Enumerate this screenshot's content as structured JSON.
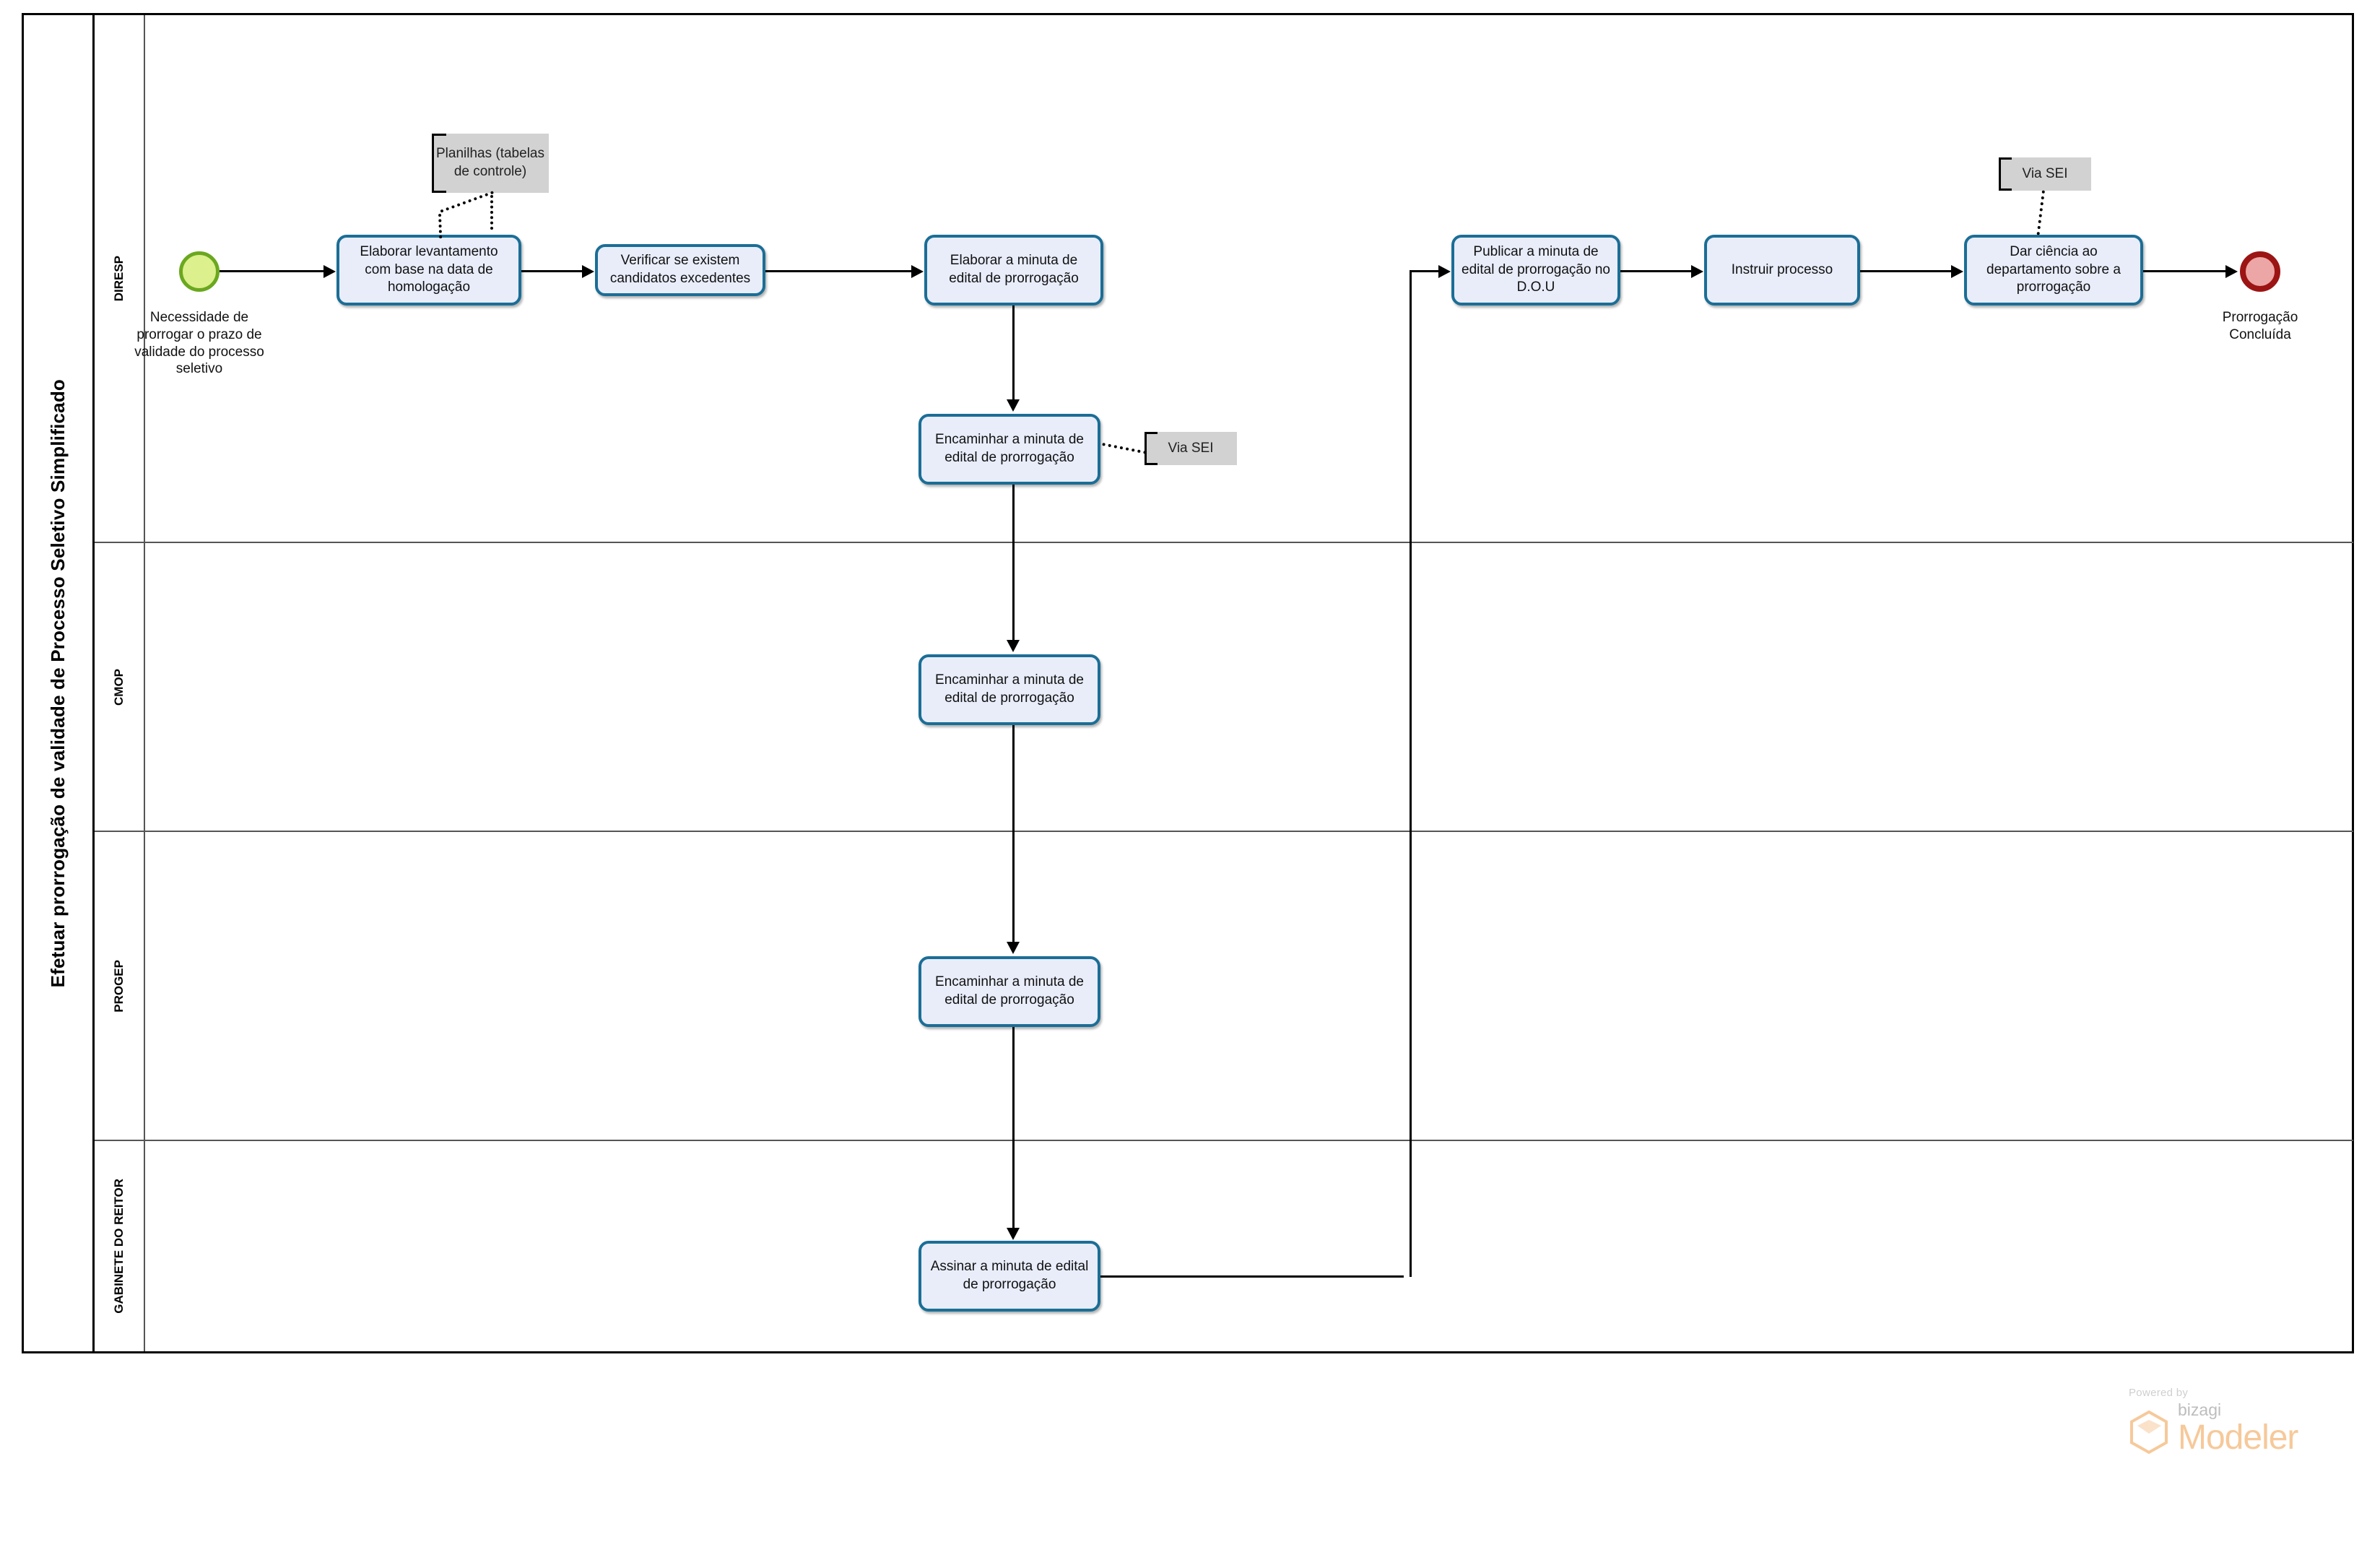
{
  "pool": {
    "title": "Efetuar prorrogação de validade de Processo Seletivo Simplificado"
  },
  "lanes": [
    {
      "name": "DIRESP"
    },
    {
      "name": "CMOP"
    },
    {
      "name": "PROGEP"
    },
    {
      "name": "GABINETE DO REITOR"
    }
  ],
  "events": {
    "start": {
      "label": "Necessidade de prorrogar o prazo de validade do processo seletivo"
    },
    "end": {
      "label": "Prorrogação Concluída"
    }
  },
  "tasks": {
    "t1": "Elaborar levantamento com base na data de homologação",
    "t2": "Verificar se existem candidatos excedentes",
    "t3": "Elaborar a minuta de edital de prorrogação",
    "t4": "Encaminhar a minuta de edital de prorrogação",
    "t5": "Encaminhar a minuta de edital de prorrogação",
    "t6": "Encaminhar a minuta de edital de prorrogação",
    "t7": "Assinar a minuta de edital de prorrogação",
    "t8": "Publicar a minuta de edital de prorrogação no D.O.U",
    "t9": "Instruir processo",
    "t10": "Dar ciência ao departamento sobre a prorrogação"
  },
  "annotations": {
    "a1": "Planilhas (tabelas de controle)",
    "a2": "Via SEI",
    "a3": "Via SEI"
  },
  "branding": {
    "powered_by": "Powered by",
    "vendor": "bizagi",
    "product": "Modeler"
  },
  "colors": {
    "task_fill": "#e9edfa",
    "task_border": "#1b6e96",
    "start_fill": "#dcf08d",
    "start_border": "#6aa81f",
    "end_fill": "#eda6a6",
    "end_border": "#9c1414",
    "annotation_fill": "#d2d2d2",
    "brand_accent": "#f6c99a"
  }
}
